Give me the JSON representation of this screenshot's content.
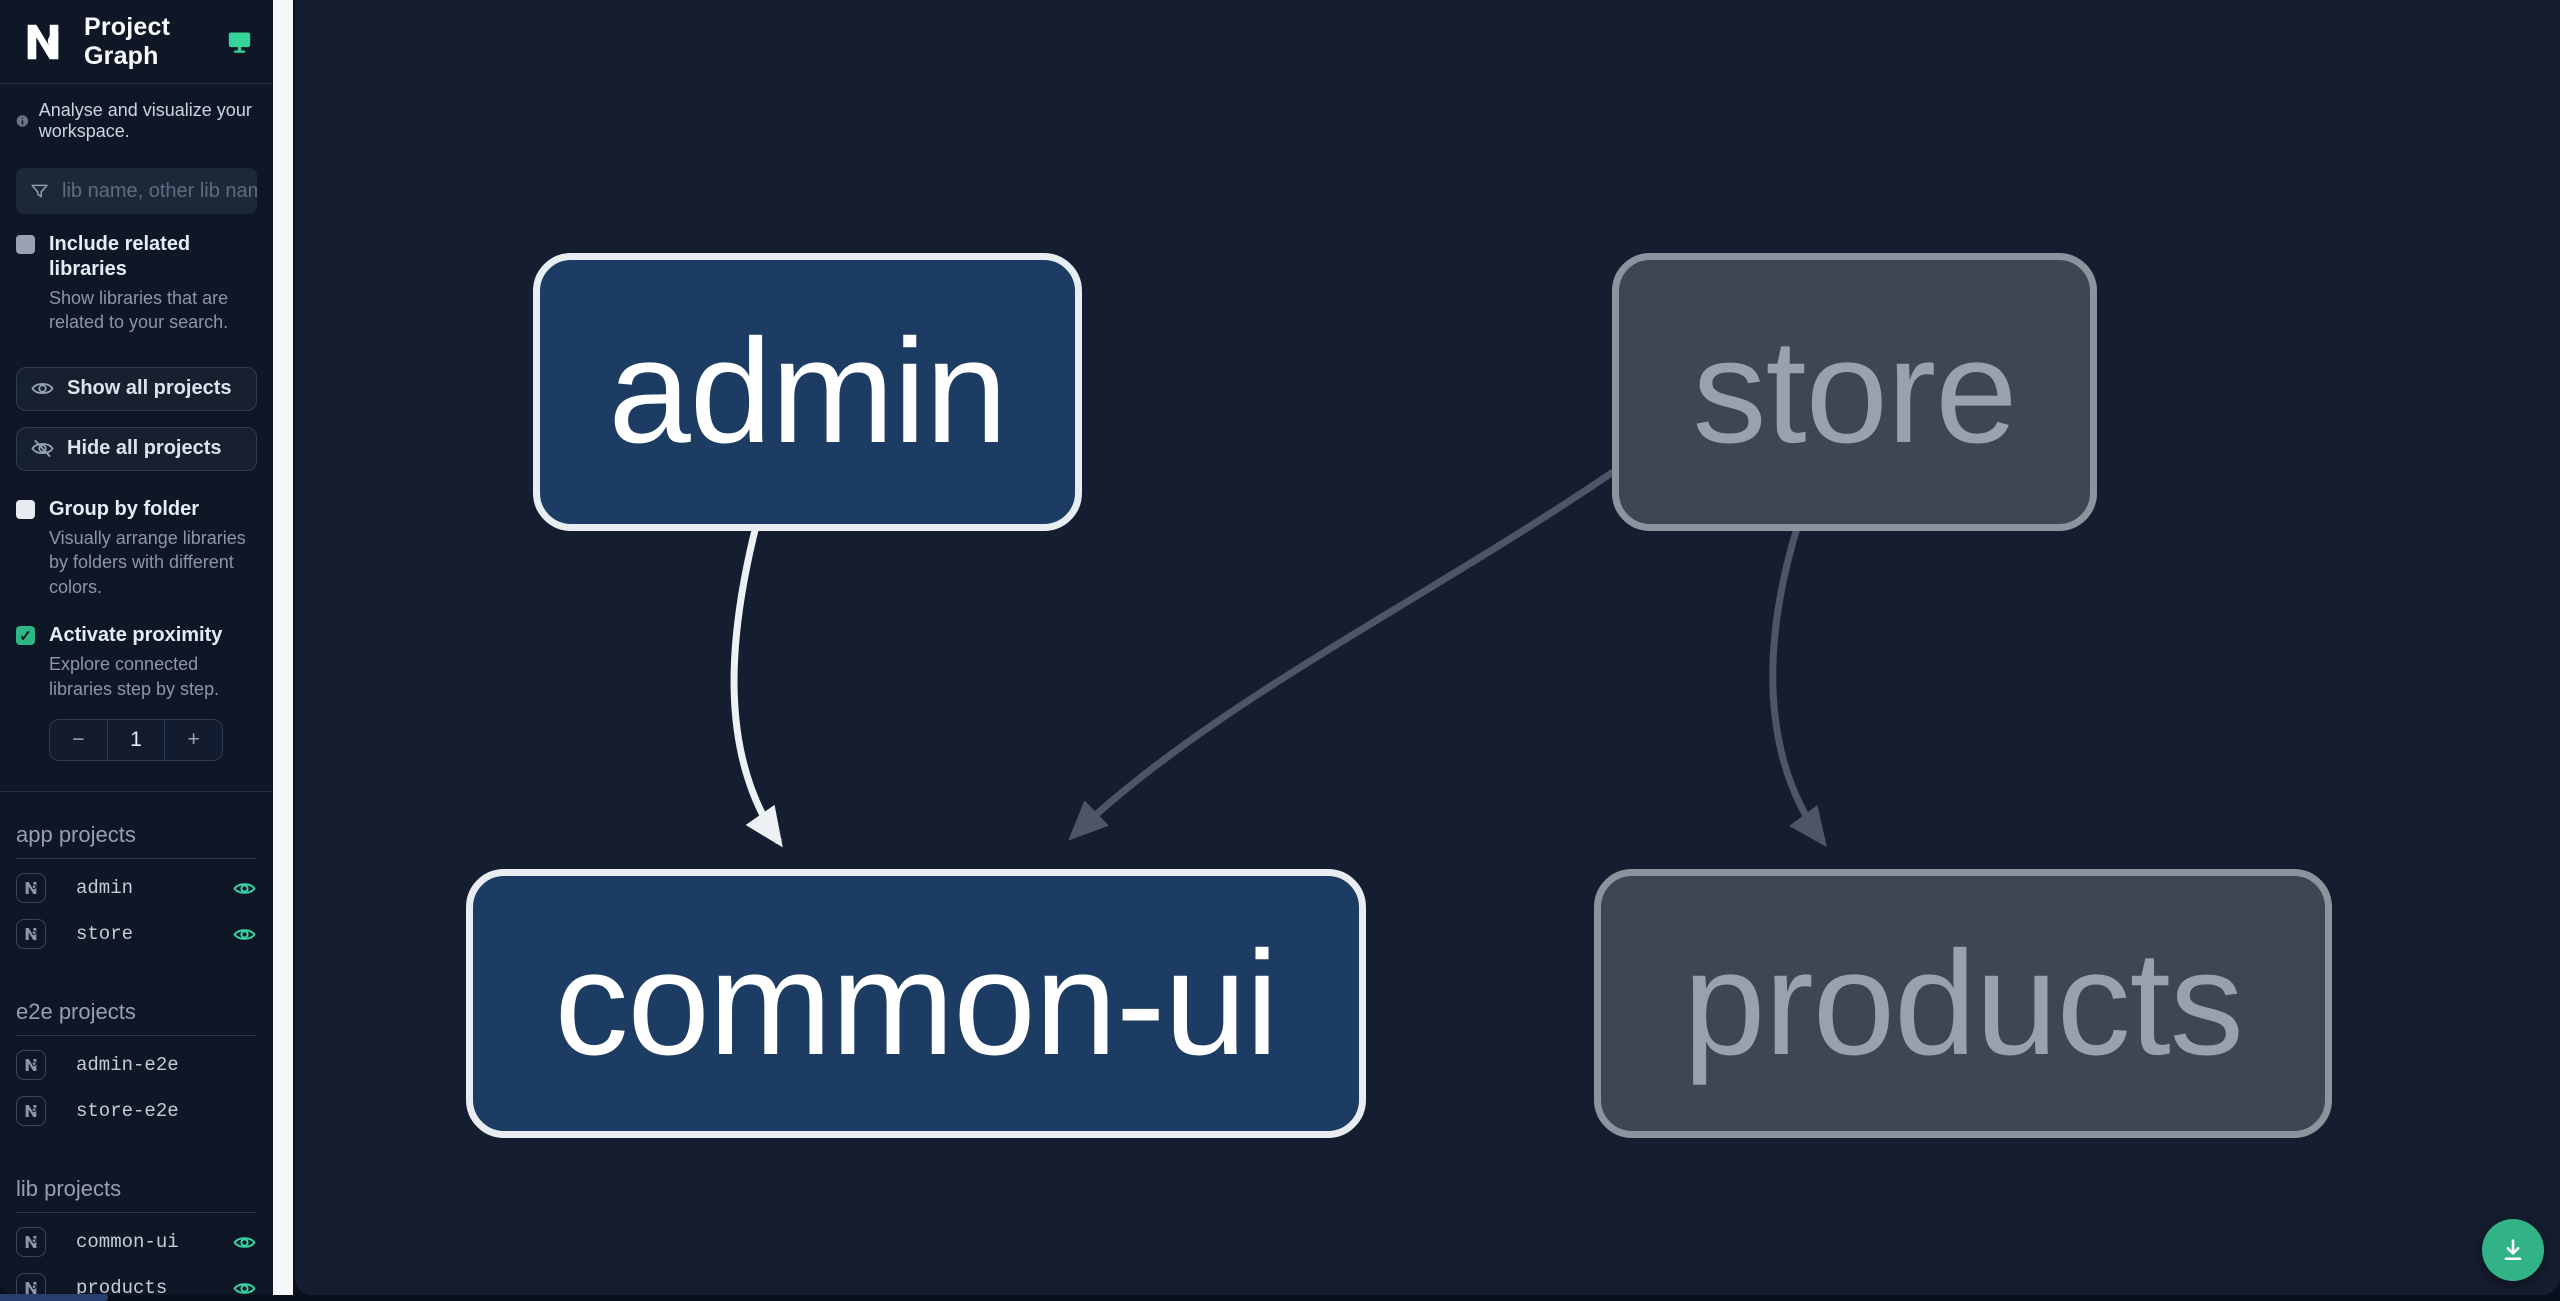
{
  "app": {
    "title": "Project Graph"
  },
  "icons": {
    "check": "✓",
    "minus": "−",
    "plus": "+"
  },
  "sidebar": {
    "tagline": "Analyse and visualize your workspace.",
    "search": {
      "placeholder": "lib name, other lib name"
    },
    "include_related": {
      "label": "Include related libraries",
      "description": "Show libraries that are related to your search.",
      "checked": false
    },
    "buttons": {
      "show_all": "Show all projects",
      "hide_all": "Hide all projects"
    },
    "group_by_folder": {
      "label": "Group by folder",
      "description": "Visually arrange libraries by folders with different colors.",
      "checked": false
    },
    "proximity": {
      "label": "Activate proximity",
      "description": "Explore connected libraries step by step.",
      "checked": true,
      "value": "1"
    },
    "sections": [
      {
        "title": "app projects",
        "items": [
          {
            "name": "admin",
            "eye": true
          },
          {
            "name": "store",
            "eye": true
          }
        ]
      },
      {
        "title": "e2e projects",
        "items": [
          {
            "name": "admin-e2e",
            "eye": false
          },
          {
            "name": "store-e2e",
            "eye": false
          }
        ]
      },
      {
        "title": "lib projects",
        "items": [
          {
            "name": "common-ui",
            "eye": true
          },
          {
            "name": "products",
            "eye": true
          }
        ]
      }
    ]
  },
  "graph": {
    "nodes": [
      {
        "label": "admin",
        "state": "highlighted"
      },
      {
        "label": "store",
        "state": "faded"
      },
      {
        "label": "common-ui",
        "state": "highlighted"
      },
      {
        "label": "products",
        "state": "faded"
      }
    ],
    "edges": [
      {
        "from": "admin",
        "to": "common-ui",
        "state": "highlighted"
      },
      {
        "from": "store",
        "to": "common-ui",
        "state": "faded"
      },
      {
        "from": "store",
        "to": "products",
        "state": "faded"
      }
    ]
  },
  "colors": {
    "accent_teal": "#34d399",
    "node_highlight_fill": "#1c3c63",
    "node_faded_fill": "#3e4654",
    "edge_highlight": "#eef1f4",
    "edge_faded": "#4d5566",
    "canvas_bg": "#151d30",
    "sidebar_bg": "#0f1727"
  }
}
